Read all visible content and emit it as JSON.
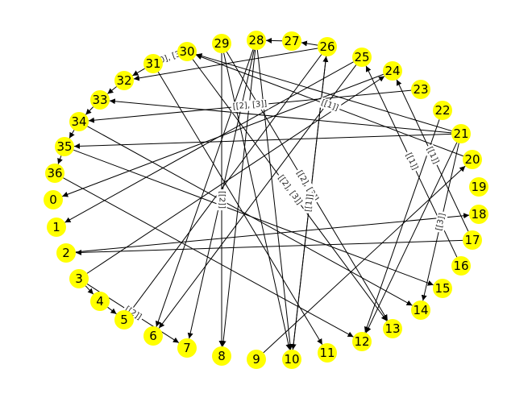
{
  "graph": {
    "colors": {
      "node_fill": "#ffff00",
      "edge": "#000000",
      "label_text": "#222222",
      "label_bg": "#ffffff"
    },
    "nodes": [
      "0",
      "1",
      "2",
      "3",
      "4",
      "5",
      "6",
      "7",
      "8",
      "9",
      "10",
      "11",
      "12",
      "13",
      "14",
      "15",
      "16",
      "17",
      "18",
      "19",
      "20",
      "21",
      "22",
      "23",
      "24",
      "25",
      "26",
      "27",
      "28",
      "29",
      "30",
      "31",
      "32",
      "33",
      "34",
      "35",
      "36"
    ],
    "edges": [
      {
        "from": "27",
        "to": "28",
        "label": ""
      },
      {
        "from": "26",
        "to": "27",
        "label": ""
      },
      {
        "from": "26",
        "to": "32",
        "label": ""
      },
      {
        "from": "26",
        "to": "10",
        "label": "[[1]]"
      },
      {
        "from": "26",
        "to": "5",
        "label": ""
      },
      {
        "from": "28",
        "to": "6",
        "label": ""
      },
      {
        "from": "28",
        "to": "7",
        "label": ""
      },
      {
        "from": "28",
        "to": "8",
        "label": ""
      },
      {
        "from": "28",
        "to": "10",
        "label": ""
      },
      {
        "from": "29",
        "to": "8",
        "label": "[[2]]"
      },
      {
        "from": "29",
        "to": "13",
        "label": "[[2], [3]]"
      },
      {
        "from": "29",
        "to": "10",
        "label": ""
      },
      {
        "from": "31",
        "to": "32",
        "label": ""
      },
      {
        "from": "31",
        "to": "11",
        "label": ""
      },
      {
        "from": "32",
        "to": "33",
        "label": ""
      },
      {
        "from": "33",
        "to": "34",
        "label": ""
      },
      {
        "from": "34",
        "to": "35",
        "label": ""
      },
      {
        "from": "35",
        "to": "36",
        "label": ""
      },
      {
        "from": "3",
        "to": "4",
        "label": ""
      },
      {
        "from": "4",
        "to": "5",
        "label": ""
      },
      {
        "from": "3",
        "to": "24",
        "label": ""
      },
      {
        "from": "24",
        "to": "0",
        "label": ""
      },
      {
        "from": "23",
        "to": "34",
        "label": "[[2], [3]]"
      },
      {
        "from": "21",
        "to": "33",
        "label": ""
      },
      {
        "from": "21",
        "to": "35",
        "label": ""
      },
      {
        "from": "21",
        "to": "30",
        "label": ""
      },
      {
        "from": "21",
        "to": "12",
        "label": ""
      },
      {
        "from": "21",
        "to": "14",
        "label": "[[3]]"
      },
      {
        "from": "22",
        "to": "12",
        "label": ""
      },
      {
        "from": "20",
        "to": "30",
        "label": "[[1]]"
      },
      {
        "from": "17",
        "to": "24",
        "label": "[[1]]"
      },
      {
        "from": "16",
        "to": "25",
        "label": "[[1]]"
      },
      {
        "from": "25",
        "to": "1",
        "label": ""
      },
      {
        "from": "25",
        "to": "6",
        "label": ""
      },
      {
        "from": "17",
        "to": "2",
        "label": ""
      },
      {
        "from": "2",
        "to": "18",
        "label": ""
      },
      {
        "from": "9",
        "to": "20",
        "label": ""
      },
      {
        "from": "36",
        "to": "12",
        "label": ""
      },
      {
        "from": "34",
        "to": "14",
        "label": ""
      },
      {
        "from": "35",
        "to": "15",
        "label": ""
      },
      {
        "from": "3",
        "to": "7",
        "label": "[[2]]"
      },
      {
        "from": "31",
        "to": "30",
        "label": "[[0], [3]]"
      },
      {
        "from": "30",
        "to": "13",
        "label": "[[2], [3]]"
      },
      {
        "from": "10",
        "to": "26",
        "label": "[[1]]"
      }
    ]
  }
}
